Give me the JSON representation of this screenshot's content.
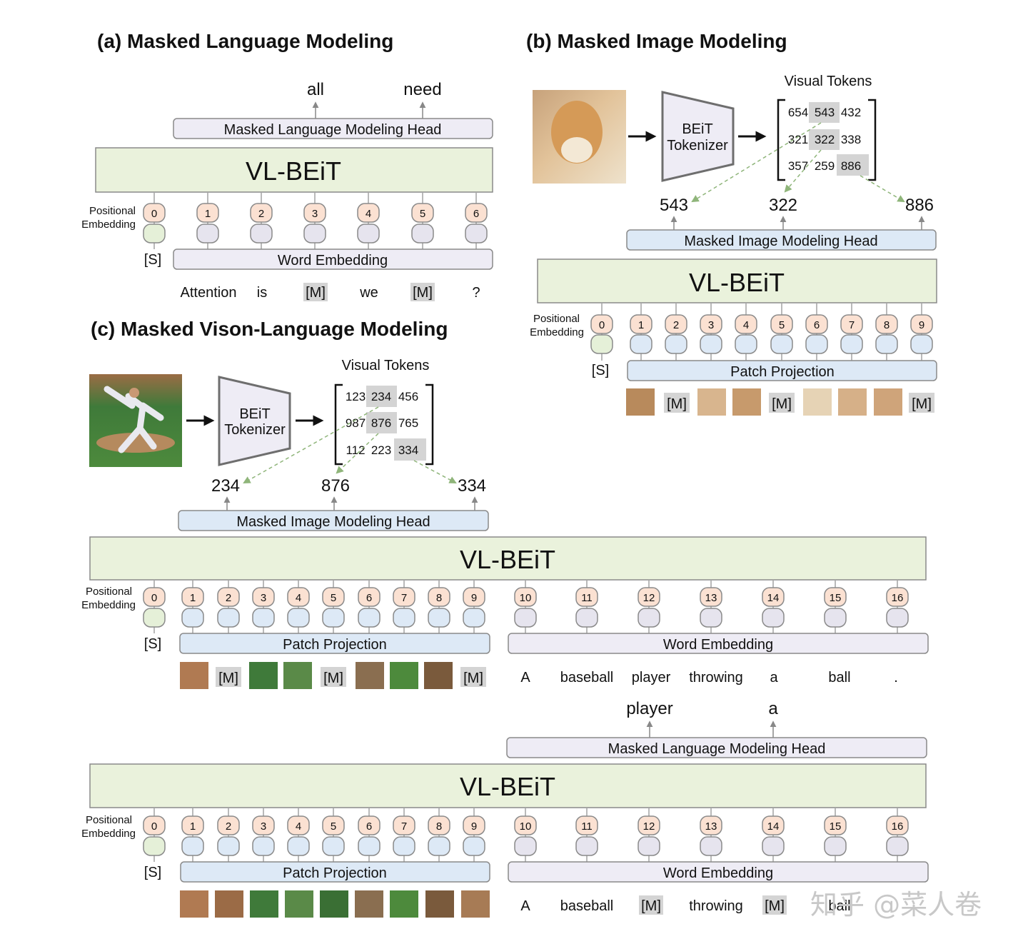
{
  "a": {
    "title": "(a) Masked Language Modeling",
    "head": "Masked Language Modeling Head",
    "model": "VL-BEiT",
    "pos_label": [
      "Positional",
      "Embedding"
    ],
    "pos": [
      "0",
      "1",
      "2",
      "3",
      "4",
      "5",
      "6"
    ],
    "start": "[S]",
    "embed": "Word Embedding",
    "words": [
      "Attention",
      "is",
      "[M]",
      "we",
      "[M]",
      "?"
    ],
    "outputs": [
      "all",
      "need"
    ]
  },
  "b": {
    "title": "(b) Masked Image Modeling",
    "visual_tokens_label": "Visual Tokens",
    "tokenizer": [
      "BEiT",
      "Tokenizer"
    ],
    "tokens": [
      [
        "654",
        "543",
        "432"
      ],
      [
        "321",
        "322",
        "338"
      ],
      [
        "357",
        "259",
        "886"
      ]
    ],
    "outputs": [
      "543",
      "322",
      "886"
    ],
    "head": "Masked Image Modeling Head",
    "model": "VL-BEiT",
    "pos_label": [
      "Positional",
      "Embedding"
    ],
    "pos": [
      "0",
      "1",
      "2",
      "3",
      "4",
      "5",
      "6",
      "7",
      "8",
      "9"
    ],
    "start": "[S]",
    "embed": "Patch Projection",
    "mask": "[M]"
  },
  "c": {
    "title": "(c) Masked Vison-Language Modeling",
    "visual_tokens_label": "Visual Tokens",
    "tokenizer": [
      "BEiT",
      "Tokenizer"
    ],
    "tokens": [
      [
        "123",
        "234",
        "456"
      ],
      [
        "987",
        "876",
        "765"
      ],
      [
        "112",
        "223",
        "334"
      ]
    ],
    "outputs": [
      "234",
      "876",
      "334"
    ],
    "img_head": "Masked Image Modeling Head",
    "model": "VL-BEiT",
    "pos_label": [
      "Positional",
      "Embedding"
    ],
    "pos": [
      "0",
      "1",
      "2",
      "3",
      "4",
      "5",
      "6",
      "7",
      "8",
      "9",
      "10",
      "11",
      "12",
      "13",
      "14",
      "15",
      "16"
    ],
    "start": "[S]",
    "patch_embed": "Patch Projection",
    "word_embed": "Word Embedding",
    "mask": "[M]",
    "words1": [
      "A",
      "baseball",
      "player",
      "throwing",
      "a",
      "ball",
      "."
    ],
    "lang_outputs": [
      "player",
      "a"
    ],
    "lang_head": "Masked Language Modeling Head",
    "words2": [
      "A",
      "baseball",
      "[M]",
      "throwing",
      "[M]",
      "ball"
    ]
  },
  "watermark": "知乎 @菜人卷",
  "colors": {
    "model_fill": "#eaf2dc",
    "lang_head_fill": "#eeecf5",
    "img_head_fill": "#dde9f6",
    "pos_fill": "#fbe1d2",
    "cls_fill": "#e5f0d8",
    "mask_fill": "#d4d4d4",
    "arrow_green": "#8fb57a"
  }
}
